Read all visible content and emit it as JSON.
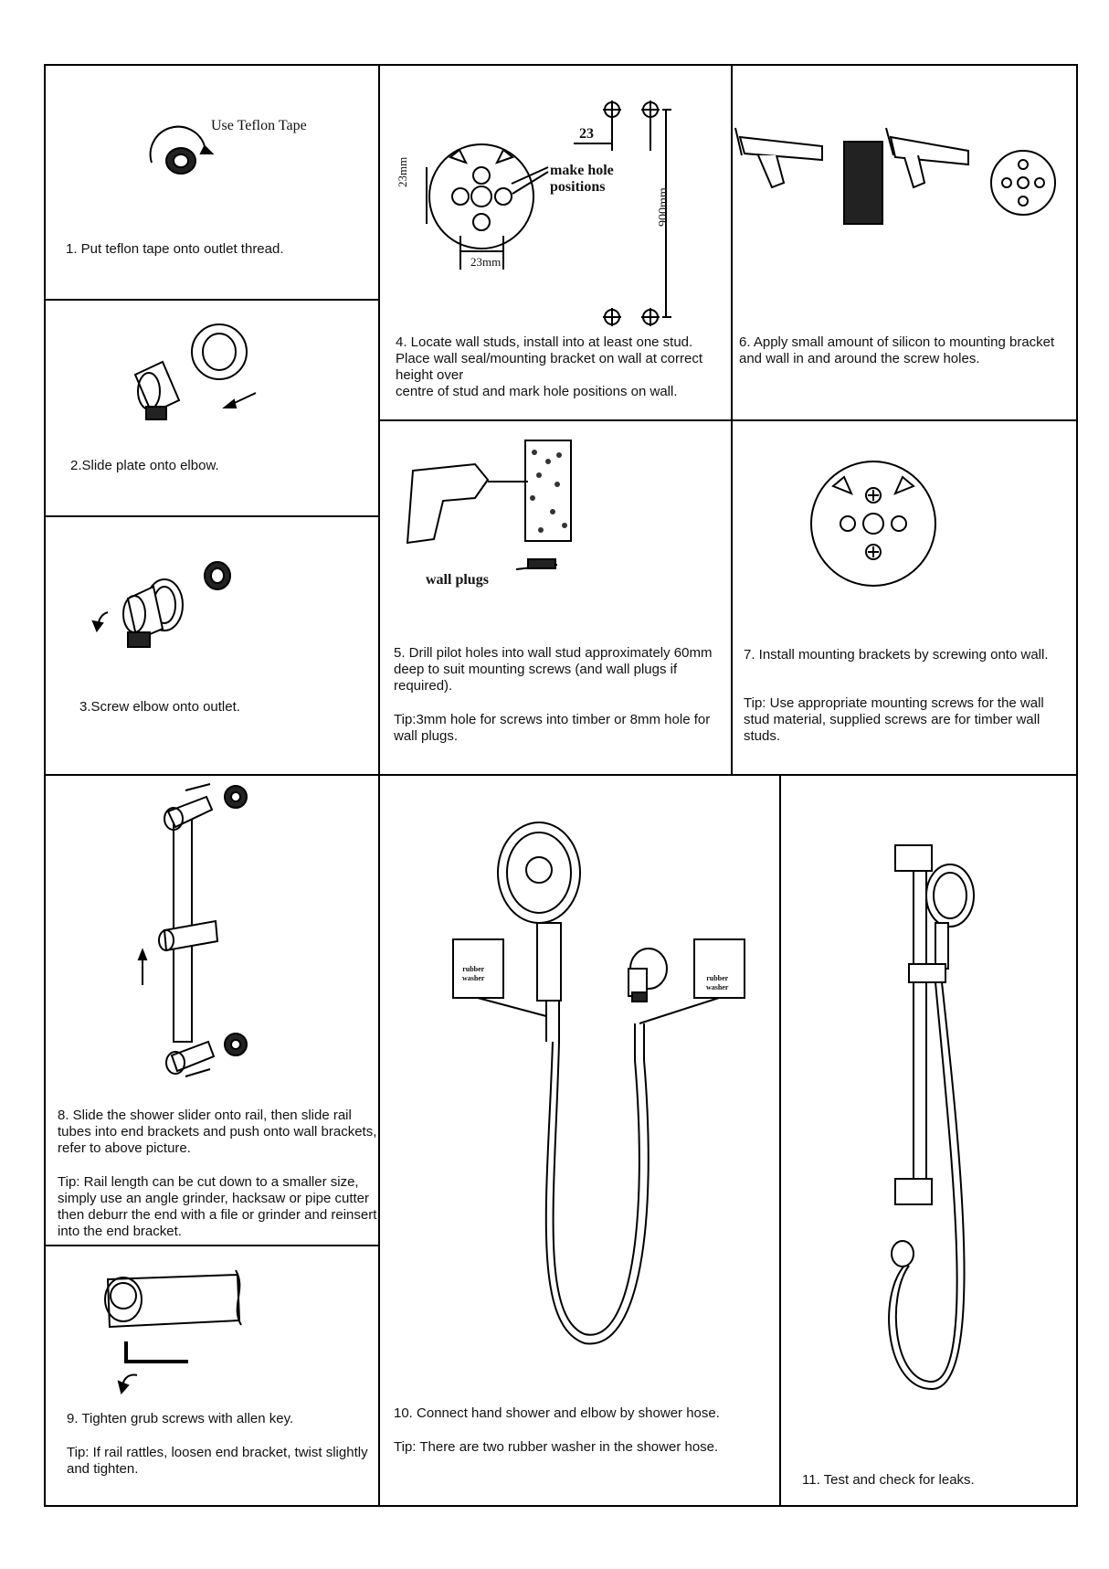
{
  "steps": {
    "s1": {
      "text": "1. Put teflon tape onto outlet thread.",
      "figure_label": "Use Teflon Tape"
    },
    "s2": {
      "text": "2.Slide plate onto elbow."
    },
    "s3": {
      "text": "3.Screw elbow onto outlet."
    },
    "s4": {
      "text": "4. Locate wall studs, install into at least one stud.\nPlace wall seal/mounting bracket on wall at correct height over\ncentre of stud and mark hole positions on wall.",
      "label_hole": "make hole\npositions",
      "dim_23_top": "23",
      "dim_23_left": "23mm",
      "dim_23_bottom": "23mm",
      "dim_900": "900mm"
    },
    "s5": {
      "text": "5. Drill pilot holes into wall stud approximately 60mm deep to suit mounting screws (and wall plugs if required).",
      "tip": "Tip:3mm hole for screws into timber or 8mm hole for wall plugs.",
      "label_plugs": "wall plugs"
    },
    "s6": {
      "text": "6. Apply small amount of silicon to mounting bracket and wall in and around the screw holes."
    },
    "s7": {
      "text": "7. Install mounting brackets by screwing onto wall.",
      "tip": "Tip: Use appropriate mounting screws for the wall stud material, supplied screws are for timber wall studs."
    },
    "s8": {
      "text": "8. Slide the shower slider onto rail, then slide rail tubes into end brackets and push onto wall brackets, refer to above picture.",
      "tip": "Tip: Rail length can be cut down to a smaller size, simply use an angle grinder, hacksaw or pipe cutter then deburr the end with a file or grinder and reinsert into the end bracket."
    },
    "s9": {
      "text": "9. Tighten grub screws with allen key.",
      "tip": "Tip: If rail rattles, loosen end bracket, twist slightly and tighten."
    },
    "s10": {
      "text": "10. Connect hand shower and elbow by shower hose.",
      "tip": "Tip: There are two rubber washer in the shower hose.",
      "washer_label": "rubber\nwasher"
    },
    "s11": {
      "text": "11.  Test and check for leaks."
    }
  }
}
